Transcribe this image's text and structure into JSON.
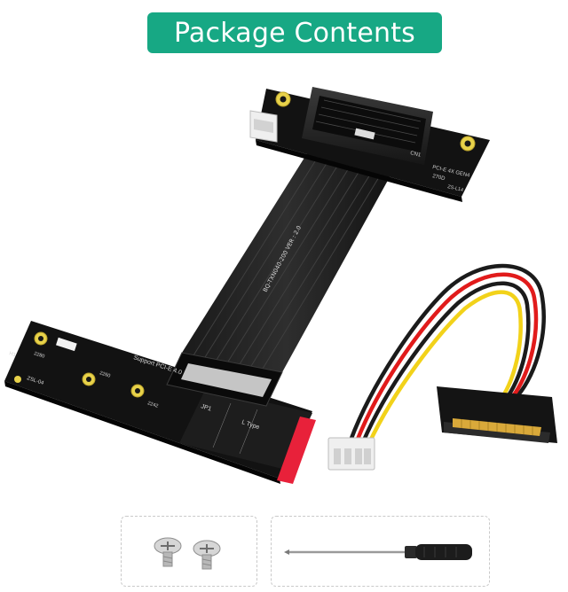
{
  "banner": {
    "title": "Package Contents",
    "color": "#17a884"
  },
  "riser_labels": {
    "cn1": "CN1",
    "spec": "PCI-E 4X GEN4",
    "model_a": "270D",
    "model_b": "ZS-L14",
    "cable_model": "BQ-TXN040-200  VER : 2.0"
  },
  "m2_labels": {
    "support": "Support PCI-E 4.0",
    "jp1": "JP1",
    "ltype": "L Type",
    "h1": "H1",
    "zsl": "ZSL-04",
    "s2280": "2280",
    "s2260": "2260",
    "s2242": "2242"
  },
  "accessories": {
    "screws": "screws-icon",
    "screwdriver": "screwdriver-icon"
  }
}
